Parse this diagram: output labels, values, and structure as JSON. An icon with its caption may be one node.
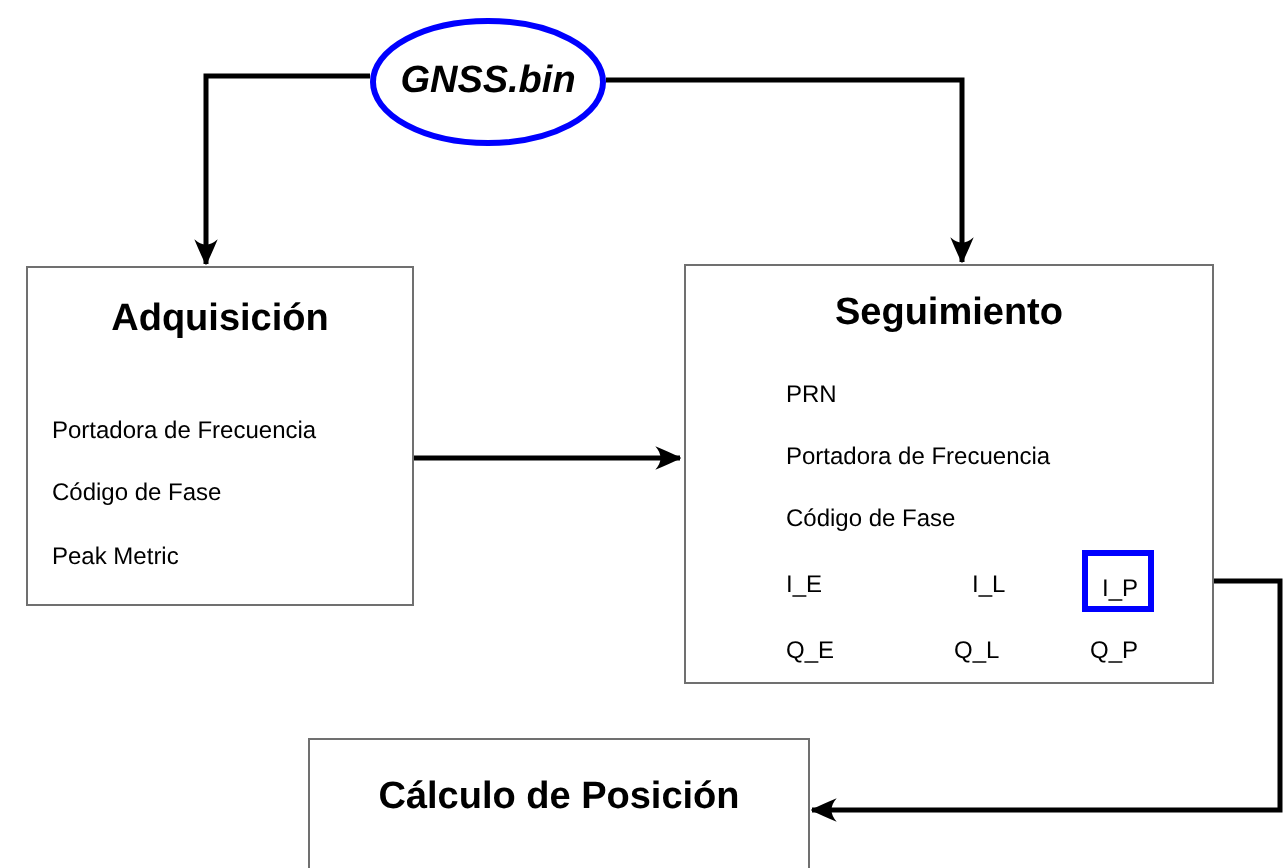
{
  "diagram": {
    "nodes": [
      {
        "text": [
          "GNSS.bin"
        ]
      },
      {
        "text": [
          "Adquisición",
          "Portadora de Frecuencia",
          "Código de Fase",
          "Peak Metric"
        ]
      },
      {
        "text": [
          "Seguimiento",
          "PRN",
          "Portadora de Frecuencia",
          "Código de Fase",
          "I_E",
          "I_L",
          "Q_E",
          "Q_L",
          "Q_P"
        ]
      },
      {
        "text": [
          "I_P"
        ],
        "in": 2
      },
      {
        "text": [
          "Cálculo de Posición"
        ]
      }
    ],
    "edges": [
      {
        "from": 0,
        "to": 1,
        "arrow": "to"
      },
      {
        "from": 0,
        "to": 2,
        "arrow": "to"
      },
      {
        "from": 1,
        "to": 2,
        "arrow": "to"
      },
      {
        "from": 3,
        "to": 4,
        "arrow": "to"
      }
    ]
  }
}
